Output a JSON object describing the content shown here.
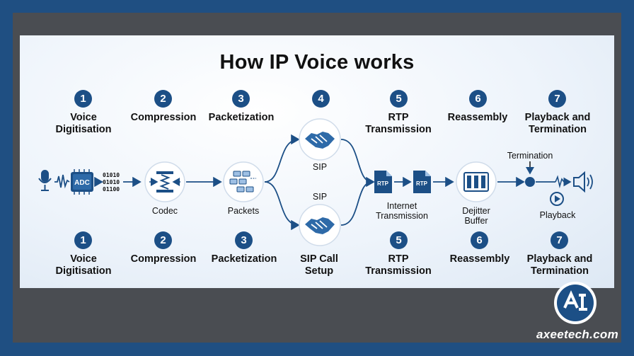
{
  "title": "How IP Voice works",
  "top_steps": [
    {
      "num": "1",
      "label": "Voice\nDigitisation"
    },
    {
      "num": "2",
      "label": "Compression"
    },
    {
      "num": "3",
      "label": "Packetization"
    },
    {
      "num": "4",
      "label": ""
    },
    {
      "num": "5",
      "label": "RTP\nTransmission"
    },
    {
      "num": "6",
      "label": "Reassembly"
    },
    {
      "num": "7",
      "label": "Playback and\nTermination"
    }
  ],
  "bottom_steps": [
    {
      "num": "1",
      "label": "Voice\nDigitisation"
    },
    {
      "num": "2",
      "label": "Compression"
    },
    {
      "num": "3",
      "label": "Packetization"
    },
    {
      "num": "",
      "label": "SIP Call\nSetup"
    },
    {
      "num": "5",
      "label": "RTP\nTransmission"
    },
    {
      "num": "6",
      "label": "Reassembly"
    },
    {
      "num": "7",
      "label": "Playback and\nTermination"
    }
  ],
  "flow": {
    "adc": "ADC",
    "bits": "01010\n01010\n01100",
    "codec": "Codec",
    "packets": "Packets",
    "sip_top": "SIP",
    "sip_mid": "SIP",
    "rtp_a": "RTP",
    "rtp_b": "RTP",
    "internet": "Internet\nTransmission",
    "dejitter": "Dejitter\nBuffer",
    "termination": "Termination",
    "playback": "Playback"
  },
  "watermark": "axeetech.com",
  "colors": {
    "accent": "#1c4f86",
    "border": "#1f4f82",
    "frame": "#4a4d52"
  }
}
